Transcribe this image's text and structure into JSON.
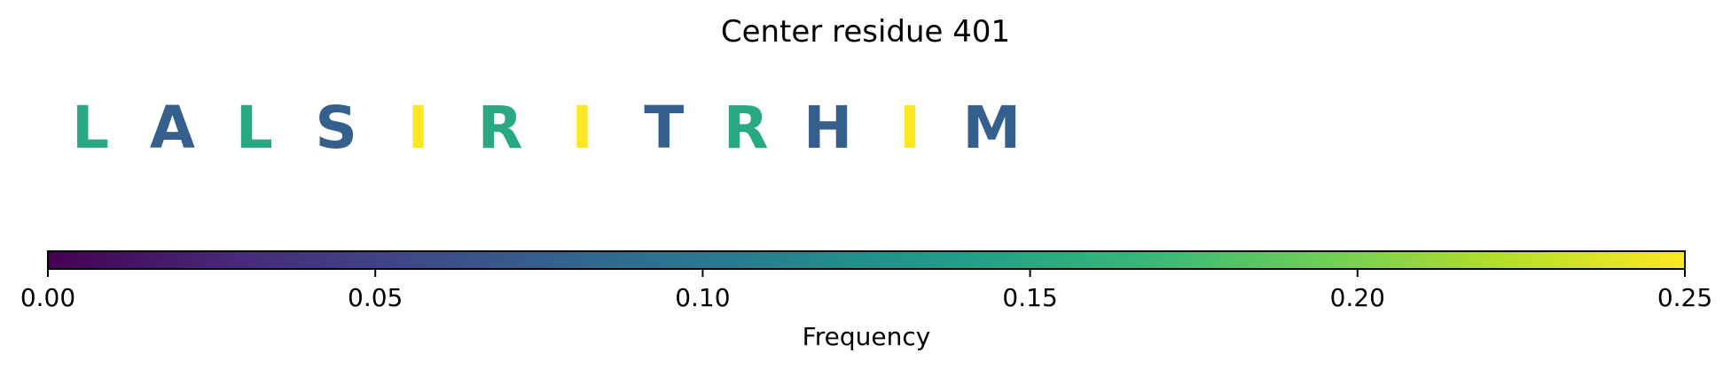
{
  "chart_data": {
    "type": "heatmap",
    "title": "Center residue 401",
    "residues": [
      {
        "letter": "L",
        "frequency": 0.15
      },
      {
        "letter": "A",
        "frequency": 0.075
      },
      {
        "letter": "L",
        "frequency": 0.15
      },
      {
        "letter": "S",
        "frequency": 0.075
      },
      {
        "letter": "I",
        "frequency": 0.25
      },
      {
        "letter": "R",
        "frequency": 0.15
      },
      {
        "letter": "I",
        "frequency": 0.25
      },
      {
        "letter": "T",
        "frequency": 0.075
      },
      {
        "letter": "R",
        "frequency": 0.15
      },
      {
        "letter": "H",
        "frequency": 0.075
      },
      {
        "letter": "I",
        "frequency": 0.25
      },
      {
        "letter": "M",
        "frequency": 0.075
      }
    ],
    "colorbar": {
      "label": "Frequency",
      "range": [
        0,
        0.25
      ],
      "ticks": [
        "0.00",
        "0.05",
        "0.10",
        "0.15",
        "0.20",
        "0.25"
      ],
      "tick_values": [
        0,
        0.05,
        0.1,
        0.15,
        0.2,
        0.25
      ],
      "colormap": "viridis",
      "colormap_stops": [
        "#440154",
        "#482878",
        "#3e4989",
        "#31688e",
        "#26828e",
        "#1f9e89",
        "#35b779",
        "#6ece58",
        "#b5de2b",
        "#fde725"
      ]
    }
  }
}
